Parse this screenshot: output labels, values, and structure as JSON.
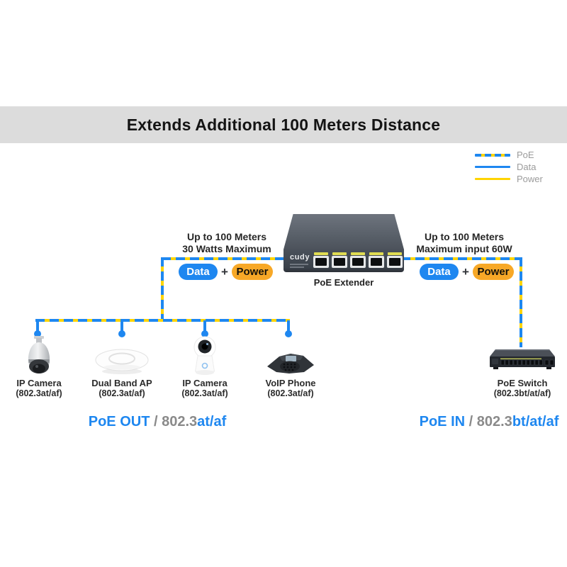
{
  "title": "Extends Additional 100 Meters Distance",
  "legend": {
    "items": [
      {
        "label": "PoE",
        "style": "dashed-blue-yellow"
      },
      {
        "label": "Data",
        "style": "solid-blue"
      },
      {
        "label": "Power",
        "style": "solid-yellow"
      }
    ]
  },
  "left_link": {
    "line1": "Up to 100 Meters",
    "line2": "30 Watts Maximum",
    "data_badge": "Data",
    "plus": "+",
    "power_badge": "Power"
  },
  "right_link": {
    "line1": "Up to 100 Meters",
    "line2": "Maximum input 60W",
    "data_badge": "Data",
    "plus": "+",
    "power_badge": "Power"
  },
  "extender": {
    "brand": "cudy",
    "label": "PoE Extender"
  },
  "devices": [
    {
      "name": "IP Camera",
      "standard": "(802.3at/af)",
      "icon": "dome-camera"
    },
    {
      "name": "Dual Band AP",
      "standard": "(802.3at/af)",
      "icon": "access-point"
    },
    {
      "name": "IP Camera",
      "standard": "(802.3at/af)",
      "icon": "cube-camera"
    },
    {
      "name": "VoIP Phone",
      "standard": "(802.3at/af)",
      "icon": "voip-phone"
    }
  ],
  "poe_switch": {
    "name": "PoE Switch",
    "standard": "(802.3bt/at/af)"
  },
  "footer": {
    "left": {
      "label": "PoE OUT",
      "sep": " / ",
      "prefix": "802.3",
      "suffix": "at/af"
    },
    "right": {
      "label": "PoE IN",
      "sep": " / ",
      "prefix": "802.3",
      "suffix": "bt/at/af"
    }
  },
  "colors": {
    "blue": "#1e87f0",
    "yellow": "#ffd400",
    "orange": "#f7a827",
    "band": "#dcdcdc"
  }
}
